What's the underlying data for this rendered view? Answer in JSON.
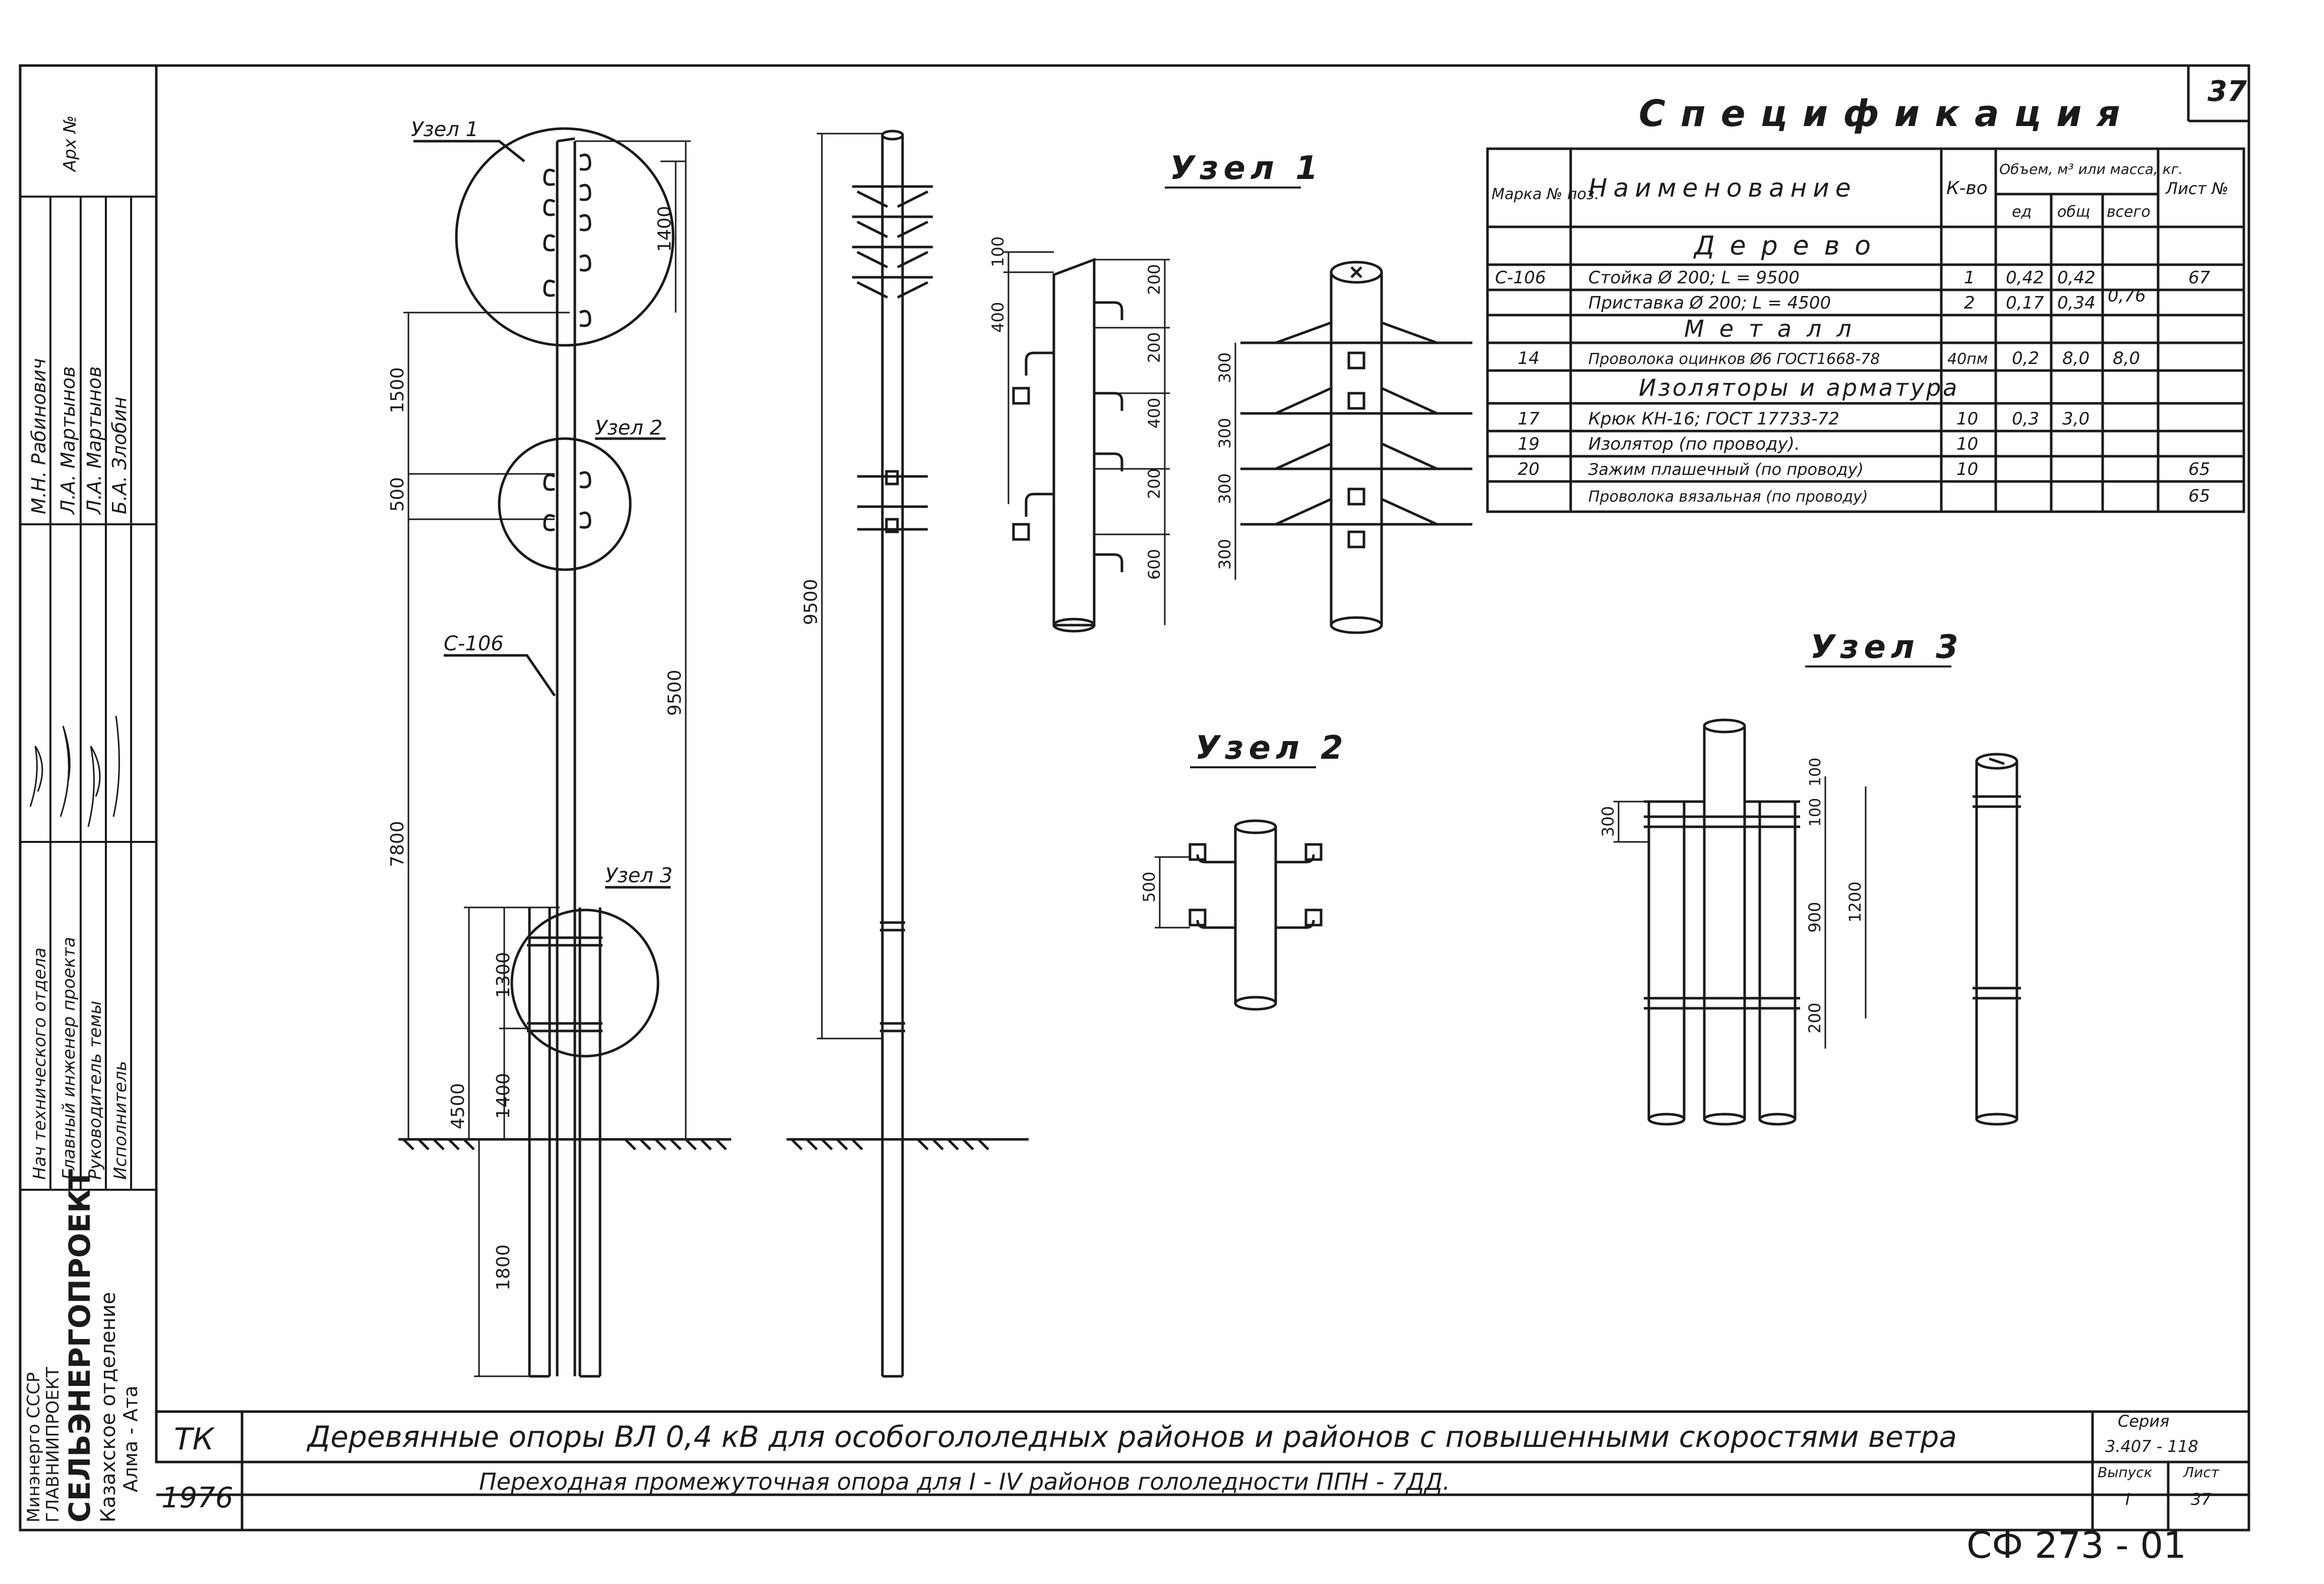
{
  "sheet_number": "37",
  "archive_label": "Арх №",
  "stamp_side": {
    "roles": [
      "Нач технического отдела",
      "Главный инженер проекта",
      "Руководитель темы",
      "Исполнитель"
    ],
    "names": [
      "М.Н. Рабинович",
      "Л.А. Мартынов",
      "Л.А. Мартынов",
      "Б.А. Злобин"
    ],
    "org_lines": [
      "Минэнерго СССР",
      "ГЛАВНИИПРОЕКТ",
      "СЕЛЬЭНЕРГОПРОЕКТ",
      "Казахское отделение",
      "Алма - Ата"
    ]
  },
  "spec": {
    "title": "Спецификация",
    "headers": {
      "mark": "Марка № поз.",
      "name": "Наименование",
      "qty": "К-во",
      "volume": "Объем, м³ или масса, кг.",
      "unit": "ед",
      "total": "общ",
      "all": "всего",
      "sheet": "Лист №"
    },
    "sections": {
      "wood": "Дерево",
      "metal": "Металл",
      "insulators": "Изоляторы и арматура"
    },
    "rows": [
      {
        "mark": "С-106",
        "name": "Стойка  Ø 200; L = 9500",
        "qty": "1",
        "unit": "0,42",
        "total": "0,42",
        "all": "0,76",
        "sheet": "67"
      },
      {
        "mark": "",
        "name": "Приставка  Ø 200; L = 4500",
        "qty": "2",
        "unit": "0,17",
        "total": "0,34",
        "all": "",
        "sheet": ""
      },
      {
        "mark": "14",
        "name": "Проволока оцинков Ø6 ГОСТ1668-78",
        "qty": "40пм",
        "unit": "0,2",
        "total": "8,0",
        "all": "8,0",
        "sheet": ""
      },
      {
        "mark": "17",
        "name": "Крюк  КН-16;  ГОСТ 17733-72",
        "qty": "10",
        "unit": "0,3",
        "total": "3,0",
        "all": "",
        "sheet": ""
      },
      {
        "mark": "19",
        "name": "Изолятор (по проводу).",
        "qty": "10",
        "unit": "",
        "total": "",
        "all": "",
        "sheet": ""
      },
      {
        "mark": "20",
        "name": "Зажим плашечный (по проводу)",
        "qty": "10",
        "unit": "",
        "total": "",
        "all": "",
        "sheet": "65"
      },
      {
        "mark": "",
        "name": "Проволока вязальная (по проводу)",
        "qty": "",
        "unit": "",
        "total": "",
        "all": "",
        "sheet": "65"
      }
    ]
  },
  "labels": {
    "uzel1": "Узел 1",
    "uzel2": "Узел 2",
    "uzel3": "Узел 3",
    "c106": "С-106",
    "uzel1_heading": "Узел 1",
    "uzel2_heading": "Узел 2",
    "uzel3_heading": "Узел 3"
  },
  "dims": {
    "d1400": "1400",
    "d1500": "1500",
    "d500": "500",
    "d9500": "9500",
    "d7800": "7800",
    "d1300": "1300",
    "d4500": "4500",
    "d1800": "1800",
    "d9500b": "9500",
    "u1_100": "100",
    "u1_400": "400",
    "u1_200a": "200",
    "u1_200b": "200",
    "u1_400b": "400",
    "u1_200c": "200",
    "u1_600": "600",
    "u1_300a": "300",
    "u1_300b": "300",
    "u1_300c": "300",
    "u1_300d": "300",
    "u2_500": "500",
    "u3_300": "300",
    "u3_100a": "100",
    "u3_100b": "100",
    "u3_900": "900",
    "u3_1200": "1200",
    "u3_200": "200"
  },
  "title_block": {
    "code": "ТК",
    "year": "1976",
    "title": "Деревянные опоры ВЛ 0,4 кВ для особогололедных районов и районов с повышенными скоростями ветра",
    "subtitle": "Переходная промежуточная опора для I - IV районов гололедности ППН - 7ДД.",
    "series_label": "Серия",
    "series": "3.407 - 118",
    "issue_label": "Выпуск",
    "issue": "I",
    "sheet_label": "Лист",
    "sheet": "37"
  },
  "footer_code": "СФ 273 - 01"
}
